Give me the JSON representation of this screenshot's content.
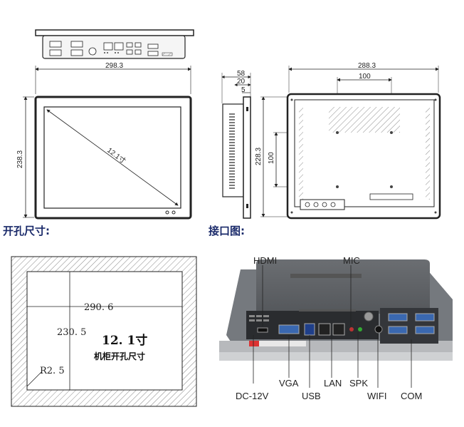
{
  "dimensions": {
    "front_width": "298.3",
    "front_height": "238.3",
    "diagonal": "12.1寸",
    "side_depth": "58",
    "side_20": "20",
    "side_5": "5",
    "rear_width": "288.3",
    "rear_100_h": "100",
    "rear_height": "228.3",
    "rear_100_v": "100"
  },
  "headings": {
    "cutout": "开孔尺寸:",
    "interfaces": "接口图:"
  },
  "cutout": {
    "width": "290. 6",
    "height": "230. 5",
    "radius": "R2. 5",
    "size": "12. 1寸",
    "caption": "机柜开孔尺寸"
  },
  "ports": {
    "hdmi": "HDMI",
    "mic": "MIC",
    "dc": "DC-12V",
    "vga": "VGA",
    "usb": "USB",
    "lan": "LAN",
    "spk": "SPK",
    "wifi": "WIFI",
    "com": "COM"
  }
}
